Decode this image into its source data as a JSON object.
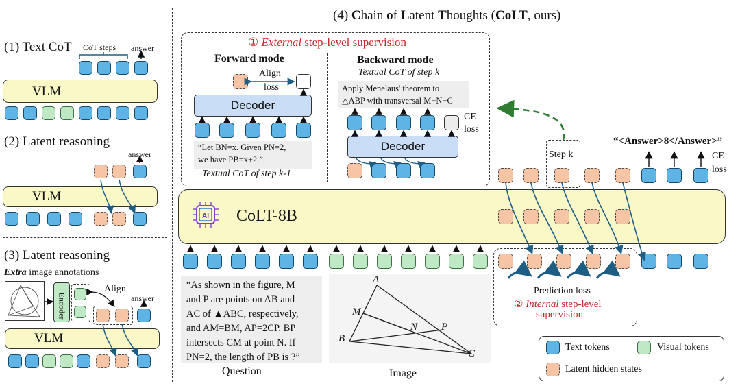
{
  "panel1": {
    "title": "(1) Text CoT",
    "cot_steps": "CoT steps",
    "answer": "answer",
    "vlm": "VLM"
  },
  "panel2": {
    "title": "(2) Latent reasoning",
    "answer": "answer",
    "vlm": "VLM"
  },
  "panel3": {
    "title_prefix": "(3) Latent reasoning",
    "annot_extra": "Extra",
    "annot_rest": " image annotations",
    "encoder": "Encoder",
    "align": "Align",
    "answer": "answer",
    "vlm": "VLM"
  },
  "panel4": {
    "title_parts": [
      "(4) ",
      "C",
      "hain ",
      "o",
      "f ",
      "L",
      "atent ",
      "T",
      "houghts (",
      "CoLT",
      ", ours)"
    ],
    "external_label_circle": "①",
    "external_label_italic": "External",
    "external_label_rest": " step-level supervision",
    "forward": {
      "title": "Forward mode",
      "align": "Align",
      "loss": "loss",
      "decoder": "Decoder",
      "text_line1": "“Let BN=x. Given PN=2,",
      "text_line2": "we have PB=x+2.”",
      "caption": "Textual CoT of step k-1"
    },
    "backward": {
      "title": "Backward mode",
      "caption": "Textual CoT of step k",
      "text_line1": "Apply Menelaus' theorem to",
      "text_line2": "△ABP with transversal M−N−C",
      "ce": "CE",
      "loss": "loss",
      "decoder": "Decoder"
    },
    "step_k": "Step k",
    "answer_out": "“<Answer>8</Answer>”",
    "ce_right": "CE",
    "loss_right": "loss",
    "model_name": "CoLT-8B",
    "ai_chip": "AI",
    "question_lines": [
      "“As shown in the figure, M",
      "and P are points on AB and",
      "AC of ▲ABC, respectively,",
      "and AM=BM, AP=2CP. BP",
      "intersects CM at point N. If",
      "PN=2, the length of PB is ?”"
    ],
    "question_label": "Question",
    "image_label": "Image",
    "geometry_points": [
      "A",
      "M",
      "N",
      "P",
      "B",
      "C"
    ],
    "prediction_loss": "Prediction loss",
    "internal_circle": "②",
    "internal_italic": "Internal",
    "internal_rest": " step-level",
    "internal_line2": "supervision"
  },
  "legend": {
    "text_tokens": "Text tokens",
    "visual_tokens": "Visual tokens",
    "latent": "Latent hidden states"
  },
  "colors": {
    "text_token": "#5fb4e6",
    "visual_token": "#bfe8c4",
    "latent": "#f6c5a6",
    "vlm": "#fbf8c8",
    "decoder": "#c9def6",
    "red": "#c9252a",
    "green_arrow": "#2e7d32",
    "teal_arrow": "#1f5e84"
  }
}
